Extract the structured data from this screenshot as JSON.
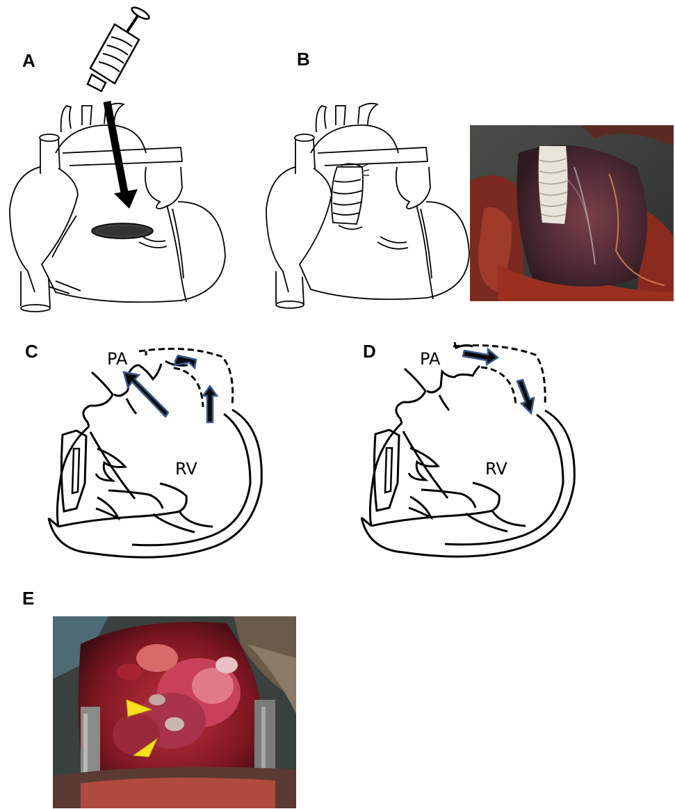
{
  "panels": {
    "a": {
      "label": "A"
    },
    "b": {
      "label": "B"
    },
    "c": {
      "label": "C",
      "pa_label": "PA",
      "rv_label": "RV"
    },
    "d": {
      "label": "D",
      "pa_label": "PA",
      "rv_label": "RV"
    },
    "e": {
      "label": "E"
    }
  },
  "colors": {
    "line": "#000000",
    "arrow_fill": "#0a0a0a",
    "arrow_outline": "#3a5a8a",
    "arrowhead_marker": "#f5e01a",
    "photo_tissue": "#8a2a22",
    "photo_fur": "#3a3d3a"
  },
  "icons": {
    "syringe": "syringe-icon",
    "marker": "yellow-arrowhead-icon"
  }
}
